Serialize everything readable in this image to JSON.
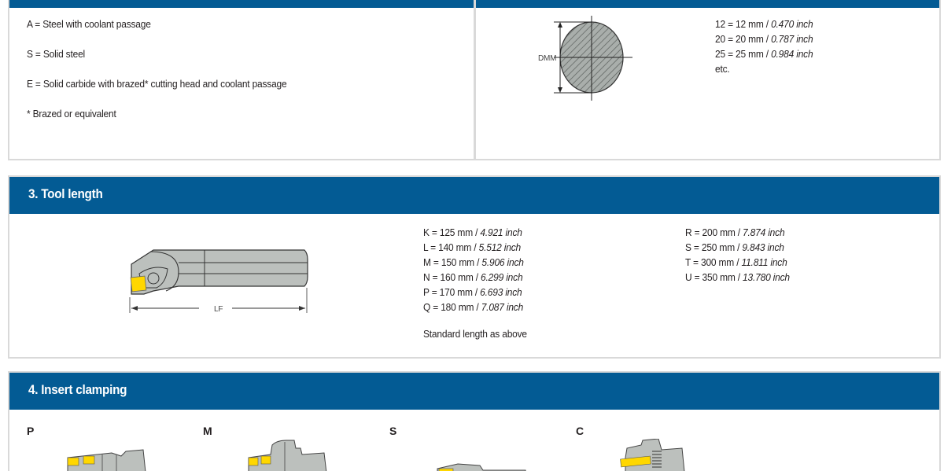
{
  "section_top": {
    "left": {
      "items": [
        "A = Steel with coolant passage",
        "S = Solid steel",
        "E = Solid carbide with brazed* cutting head and coolant passage",
        "* Brazed or equivalent"
      ]
    },
    "right": {
      "diagram_label": "DMM",
      "sizes": [
        {
          "code": "12 = 12 mm / ",
          "inch": "0.470 inch"
        },
        {
          "code": "20 = 20 mm / ",
          "inch": "0.787 inch"
        },
        {
          "code": "25 = 25 mm / ",
          "inch": "0.984 inch"
        }
      ],
      "etc": "etc."
    }
  },
  "tool_length": {
    "title": "3. Tool length",
    "diagram_label": "LF",
    "col1": [
      {
        "code": "K = 125 mm / ",
        "inch": "4.921 inch"
      },
      {
        "code": "L = 140 mm / ",
        "inch": "5.512 inch"
      },
      {
        "code": "M = 150 mm / ",
        "inch": "5.906 inch"
      },
      {
        "code": "N = 160 mm / ",
        "inch": "6.299 inch"
      },
      {
        "code": "P = 170 mm / ",
        "inch": "6.693 inch"
      },
      {
        "code": "Q = 180 mm / ",
        "inch": "7.087 inch"
      }
    ],
    "col2": [
      {
        "code": "R = 200 mm / ",
        "inch": "7.874 inch"
      },
      {
        "code": "S = 250 mm / ",
        "inch": "9.843 inch"
      },
      {
        "code": "T = 300 mm / ",
        "inch": "11.811 inch"
      },
      {
        "code": "U = 350 mm / ",
        "inch": "13.780 inch"
      }
    ],
    "note": "Standard length as above"
  },
  "insert_clamping": {
    "title": "4. Insert clamping",
    "types": [
      "P",
      "M",
      "S",
      "C"
    ]
  },
  "colors": {
    "header_blue": "#035b94",
    "border_gray": "#d9d9d9",
    "tool_gray": "#bcc0bd",
    "insert_yellow": "#ffd700"
  }
}
